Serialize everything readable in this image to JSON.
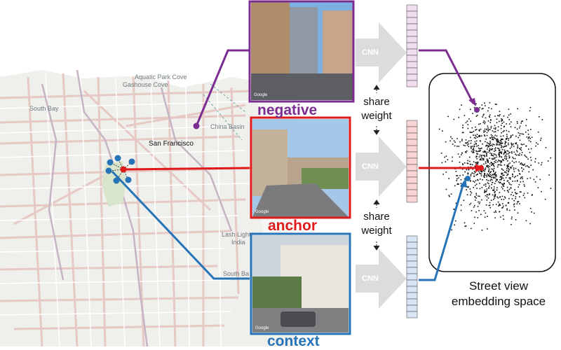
{
  "map": {
    "labels": {
      "aquatic_park": "Aquatic Park Cove",
      "gashouse": "Gashouse Cove",
      "south_bay": "South Bay",
      "san_francisco": "San Francisco",
      "china_basin": "China Basin",
      "lash_lighter": "Lash Light",
      "india": "India",
      "south_bay2": "South Ba"
    }
  },
  "photos": {
    "negative_label": "negative",
    "anchor_label": "anchor",
    "context_label": "context",
    "watermark": "Google"
  },
  "cnn": {
    "label": "CNN"
  },
  "share_weight": {
    "line1": "share",
    "line2": "weight"
  },
  "embedding": {
    "line1": "Street view",
    "line2": "embedding space"
  },
  "colors": {
    "negative": "#7b2d91",
    "anchor": "#e0191b",
    "context": "#2673b8",
    "cnn_arrow": "#dcdcdc",
    "vec_negative": "#f1dcf0",
    "vec_anchor": "#f9d4d4",
    "vec_context": "#d7e5f5"
  }
}
